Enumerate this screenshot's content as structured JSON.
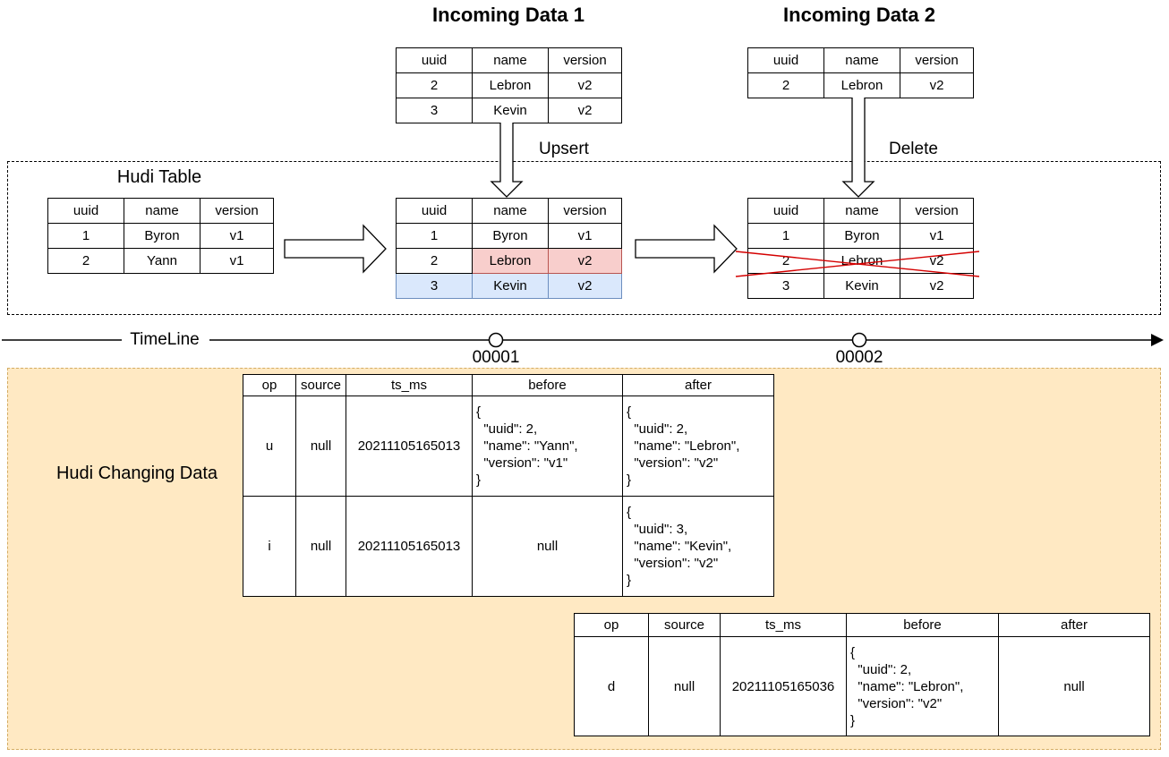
{
  "titles": {
    "incoming1": "Incoming Data 1",
    "incoming2": "Incoming Data 2",
    "hudi_table": "Hudi Table",
    "timeline": "TimeLine",
    "changing_data": "Hudi Changing Data"
  },
  "actions": {
    "upsert": "Upsert",
    "delete": "Delete"
  },
  "timeline": {
    "instants": [
      "00001",
      "00002"
    ]
  },
  "record_headers": [
    "uuid",
    "name",
    "version"
  ],
  "incoming1_rows": [
    {
      "uuid": "2",
      "name": "Lebron",
      "version": "v2"
    },
    {
      "uuid": "3",
      "name": "Kevin",
      "version": "v2"
    }
  ],
  "incoming2_rows": [
    {
      "uuid": "2",
      "name": "Lebron",
      "version": "v2"
    }
  ],
  "hudi_initial_rows": [
    {
      "uuid": "1",
      "name": "Byron",
      "version": "v1"
    },
    {
      "uuid": "2",
      "name": "Yann",
      "version": "v1"
    }
  ],
  "hudi_upserted_rows": [
    {
      "uuid": "1",
      "name": "Byron",
      "version": "v1"
    },
    {
      "uuid": "2",
      "name": "Lebron",
      "version": "v2"
    },
    {
      "uuid": "3",
      "name": "Kevin",
      "version": "v2"
    }
  ],
  "hudi_deleted_rows": [
    {
      "uuid": "1",
      "name": "Byron",
      "version": "v1"
    },
    {
      "uuid": "2",
      "name": "Lebron",
      "version": "v2"
    },
    {
      "uuid": "3",
      "name": "Kevin",
      "version": "v2"
    }
  ],
  "cdc_headers": [
    "op",
    "source",
    "ts_ms",
    "before",
    "after"
  ],
  "cdc1_rows": [
    {
      "op": "u",
      "source": "null",
      "ts_ms": "20211105165013",
      "before": "{\n  \"uuid\": 2,\n  \"name\": \"Yann\",\n  \"version\": \"v1\"\n}",
      "after": "{\n  \"uuid\": 2,\n  \"name\": \"Lebron\",\n  \"version\": \"v2\"\n}"
    },
    {
      "op": "i",
      "source": "null",
      "ts_ms": "20211105165013",
      "before": "null",
      "after": "{\n  \"uuid\": 3,\n  \"name\": \"Kevin\",\n  \"version\": \"v2\"\n}"
    }
  ],
  "cdc2_rows": [
    {
      "op": "d",
      "source": "null",
      "ts_ms": "20211105165036",
      "before": "{\n  \"uuid\": 2,\n  \"name\": \"Lebron\",\n  \"version\": \"v2\"\n}",
      "after": "null"
    }
  ],
  "colors": {
    "highlight_red_fill": "#f8cecc",
    "highlight_red_stroke": "#b85450",
    "highlight_blue_fill": "#dae8fc",
    "highlight_blue_stroke": "#6c8ebf",
    "changing_box_fill": "#ffe9c3",
    "changing_box_stroke": "#d3ac63",
    "cross_red": "#d40000"
  }
}
